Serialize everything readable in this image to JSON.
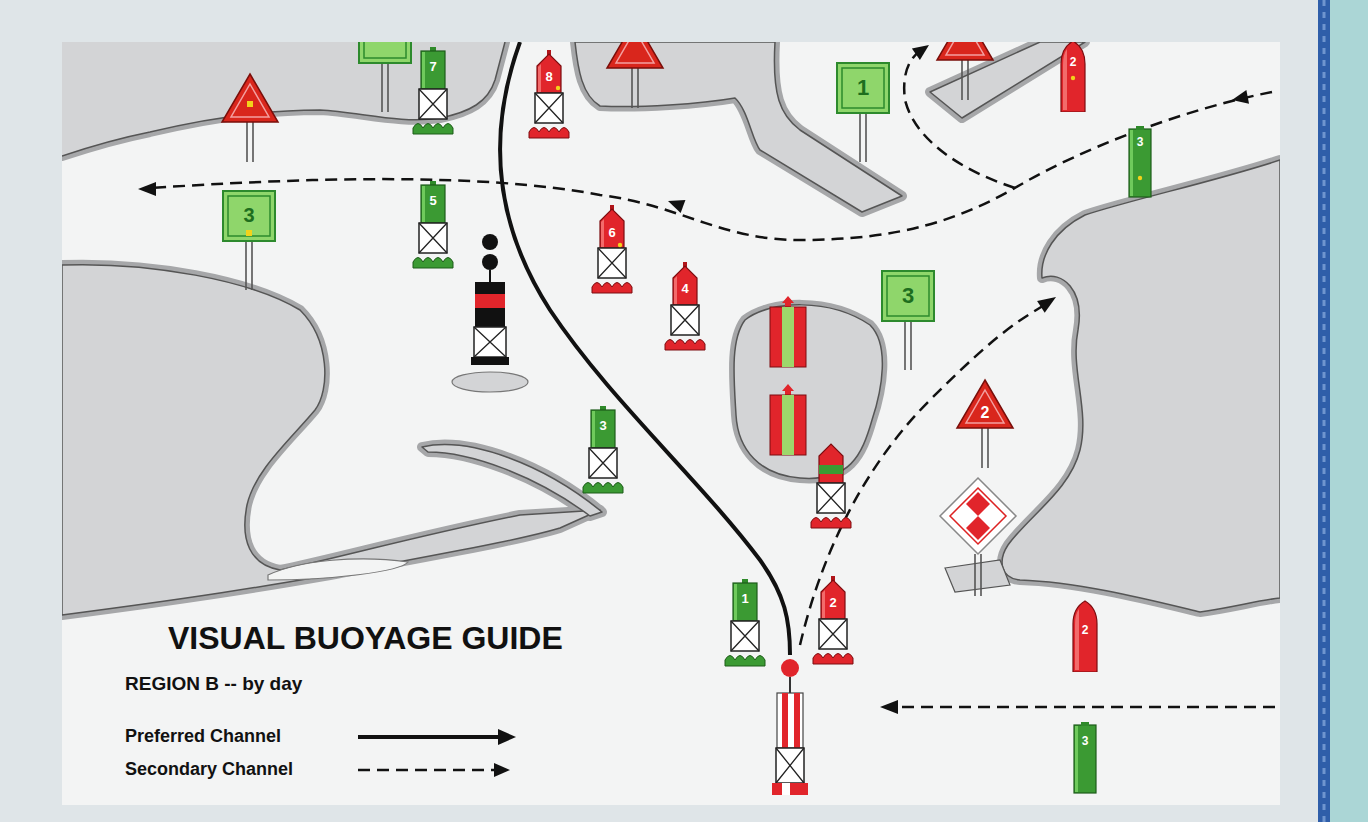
{
  "diagram": {
    "title": "VISUAL BUOYAGE GUIDE",
    "labels": [
      "REGION B -- by day",
      "7",
      "8",
      "1",
      "2",
      "3",
      "3",
      "5",
      "6",
      "4",
      "3",
      "2",
      "3",
      "1",
      "2",
      "2",
      "3"
    ],
    "legend": [
      {
        "text": "Preferred Channel"
      },
      {
        "text": "Secondary Channel"
      }
    ]
  }
}
